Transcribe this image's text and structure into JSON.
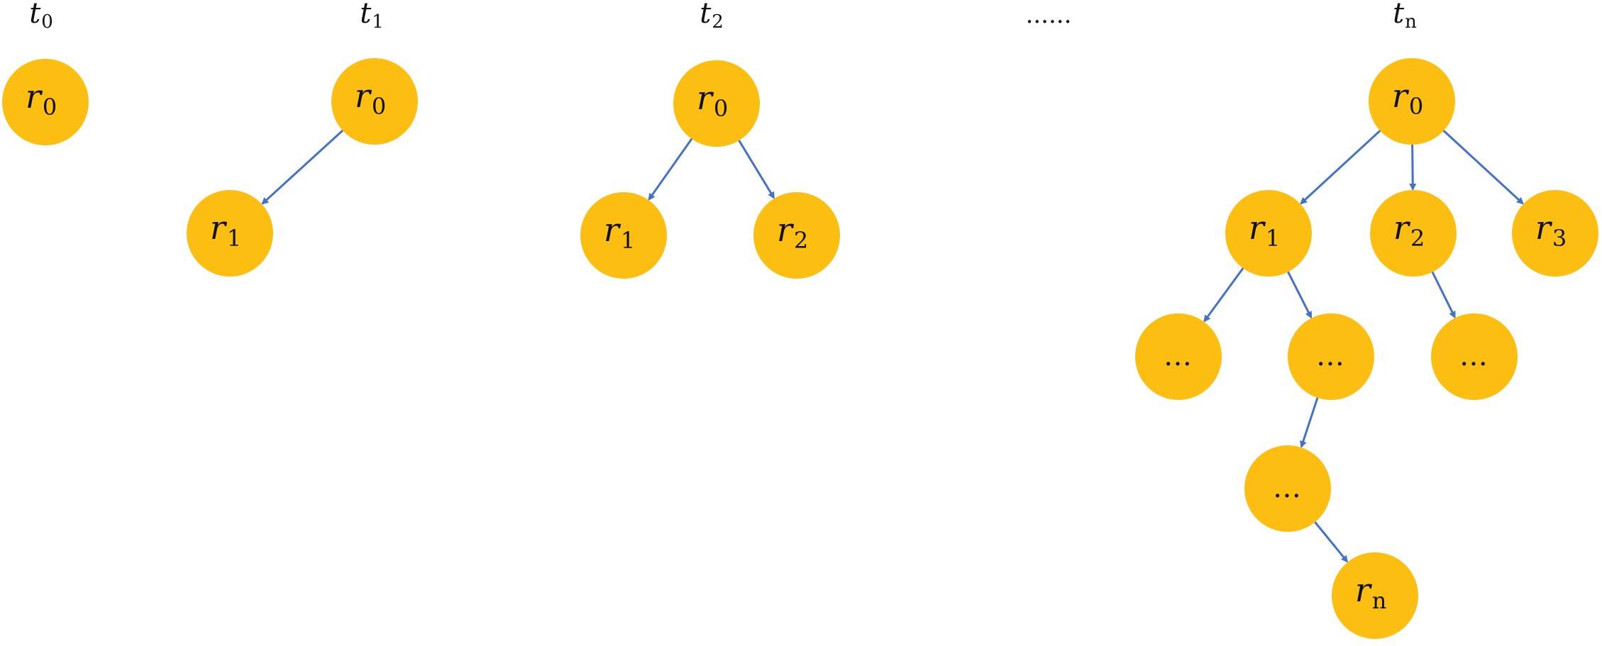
{
  "colors": {
    "node_fill": "#FDBE12",
    "edge": "#4472C4",
    "text": "#111111"
  },
  "time_labels": [
    {
      "id": "t0",
      "base": "t",
      "sub": "0"
    },
    {
      "id": "t1",
      "base": "t",
      "sub": "1"
    },
    {
      "id": "t2",
      "base": "t",
      "sub": "2"
    },
    {
      "id": "dots",
      "base": "......",
      "sub": ""
    },
    {
      "id": "tn",
      "base": "t",
      "sub": "n"
    }
  ],
  "nodes": [
    {
      "id": "a_r0",
      "base": "r",
      "sub": "0"
    },
    {
      "id": "b_r0",
      "base": "r",
      "sub": "0"
    },
    {
      "id": "b_r1",
      "base": "r",
      "sub": "1"
    },
    {
      "id": "c_r0",
      "base": "r",
      "sub": "0"
    },
    {
      "id": "c_r1",
      "base": "r",
      "sub": "1"
    },
    {
      "id": "c_r2",
      "base": "r",
      "sub": "2"
    },
    {
      "id": "d_r0",
      "base": "r",
      "sub": "0"
    },
    {
      "id": "d_r1",
      "base": "r",
      "sub": "1"
    },
    {
      "id": "d_r2",
      "base": "r",
      "sub": "2"
    },
    {
      "id": "d_r3",
      "base": "r",
      "sub": "3"
    },
    {
      "id": "d_e1",
      "base": "…",
      "sub": ""
    },
    {
      "id": "d_e2",
      "base": "…",
      "sub": ""
    },
    {
      "id": "d_e3",
      "base": "…",
      "sub": ""
    },
    {
      "id": "d_e4",
      "base": "…",
      "sub": ""
    },
    {
      "id": "d_rn",
      "base": "r",
      "sub": "n"
    }
  ],
  "edges": [
    {
      "from": "b_r0",
      "to": "b_r1"
    },
    {
      "from": "c_r0",
      "to": "c_r1"
    },
    {
      "from": "c_r0",
      "to": "c_r2"
    },
    {
      "from": "d_r0",
      "to": "d_r1"
    },
    {
      "from": "d_r0",
      "to": "d_r2"
    },
    {
      "from": "d_r0",
      "to": "d_r3"
    },
    {
      "from": "d_r1",
      "to": "d_e1"
    },
    {
      "from": "d_r1",
      "to": "d_e2"
    },
    {
      "from": "d_r2",
      "to": "d_e3"
    },
    {
      "from": "d_e2",
      "to": "d_e4"
    },
    {
      "from": "d_e4",
      "to": "d_rn"
    }
  ]
}
